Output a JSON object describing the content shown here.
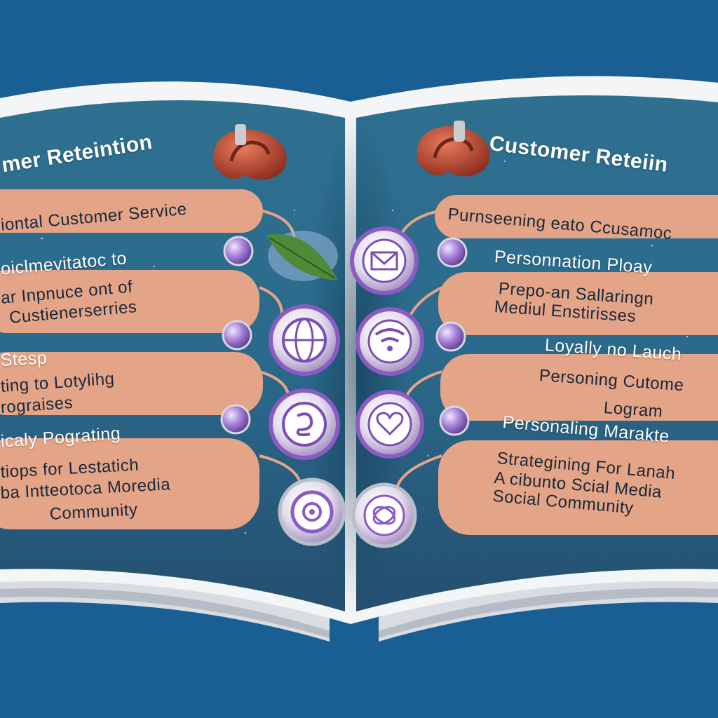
{
  "colors": {
    "background": "#1a5f93",
    "page_top": "#2f6f8f",
    "page_bottom": "#244f70",
    "pill": "#e4a487",
    "icon_ring": "#8b5bc4",
    "ear": "#c9563d",
    "leaf": "#4f8a3a"
  },
  "left_page": {
    "heading": "mer Reteintion",
    "pill_1": "iontal Customer Service",
    "subhead_1": "oiclmevitatoc to",
    "pill_2_line1": "ar Inpnuce ont of",
    "pill_2_line2": "Custienerserries",
    "subhead_2": "Stesp",
    "pill_3_line1": "ting to Lotylihg",
    "pill_3_line2": "rograises",
    "subhead_3": "icaly Pograting",
    "pill_4_line1": "tiops for Lestatich",
    "pill_4_line2": "ba Intteotoca Moredia",
    "pill_4_line3": "Community",
    "icons": [
      "ear-icon",
      "leaf-icon",
      "globe-icon",
      "coin-icon",
      "target-icon"
    ]
  },
  "right_page": {
    "heading": "Customer Reteiin",
    "pill_1": "Purnseening eato Ccusamoc",
    "subhead_1": "Personnation Ploay",
    "pill_2_line1": "Prepo-an Sallaringn",
    "pill_2_line2": "Mediul Enstirisses",
    "subhead_2": "Loyally no Lauch",
    "pill_3_line1": "Personing Cutome",
    "pill_3_line2": "Logram",
    "subhead_3": "Personaling Marakte",
    "pill_4_line1": "Strategining For Lanah",
    "pill_4_line2": "A cibunto Scial Media",
    "pill_4_line3": "Social Community",
    "icons": [
      "ear-icon",
      "mail-icon",
      "wifi-icon",
      "heart-icon",
      "knot-icon"
    ]
  }
}
